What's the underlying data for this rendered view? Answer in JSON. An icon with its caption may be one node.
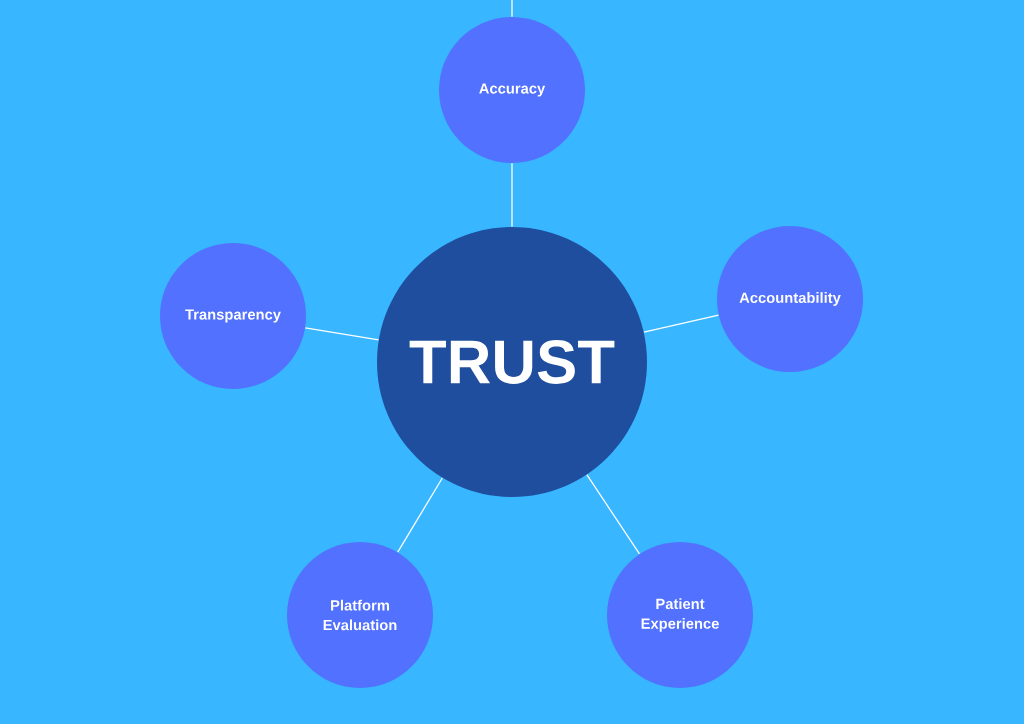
{
  "diagram": {
    "nodes": [
      {
        "text": [
          "TRUST"
        ]
      },
      {
        "text": [
          "Accuracy"
        ]
      },
      {
        "text": [
          "Transparency"
        ]
      },
      {
        "text": [
          "Accountability"
        ]
      },
      {
        "text": [
          "Platform Evaluation"
        ]
      },
      {
        "text": [
          "Patient Experience"
        ]
      }
    ],
    "edges": [
      {
        "from": 0,
        "to": 1,
        "arrow": "none"
      },
      {
        "from": 0,
        "to": 2,
        "arrow": "none"
      },
      {
        "from": 0,
        "to": 3,
        "arrow": "none"
      },
      {
        "from": 0,
        "to": 4,
        "arrow": "none"
      },
      {
        "from": 0,
        "to": 5,
        "arrow": "none"
      },
      {
        "from": 1,
        "to": null,
        "arrow": "none"
      }
    ]
  }
}
